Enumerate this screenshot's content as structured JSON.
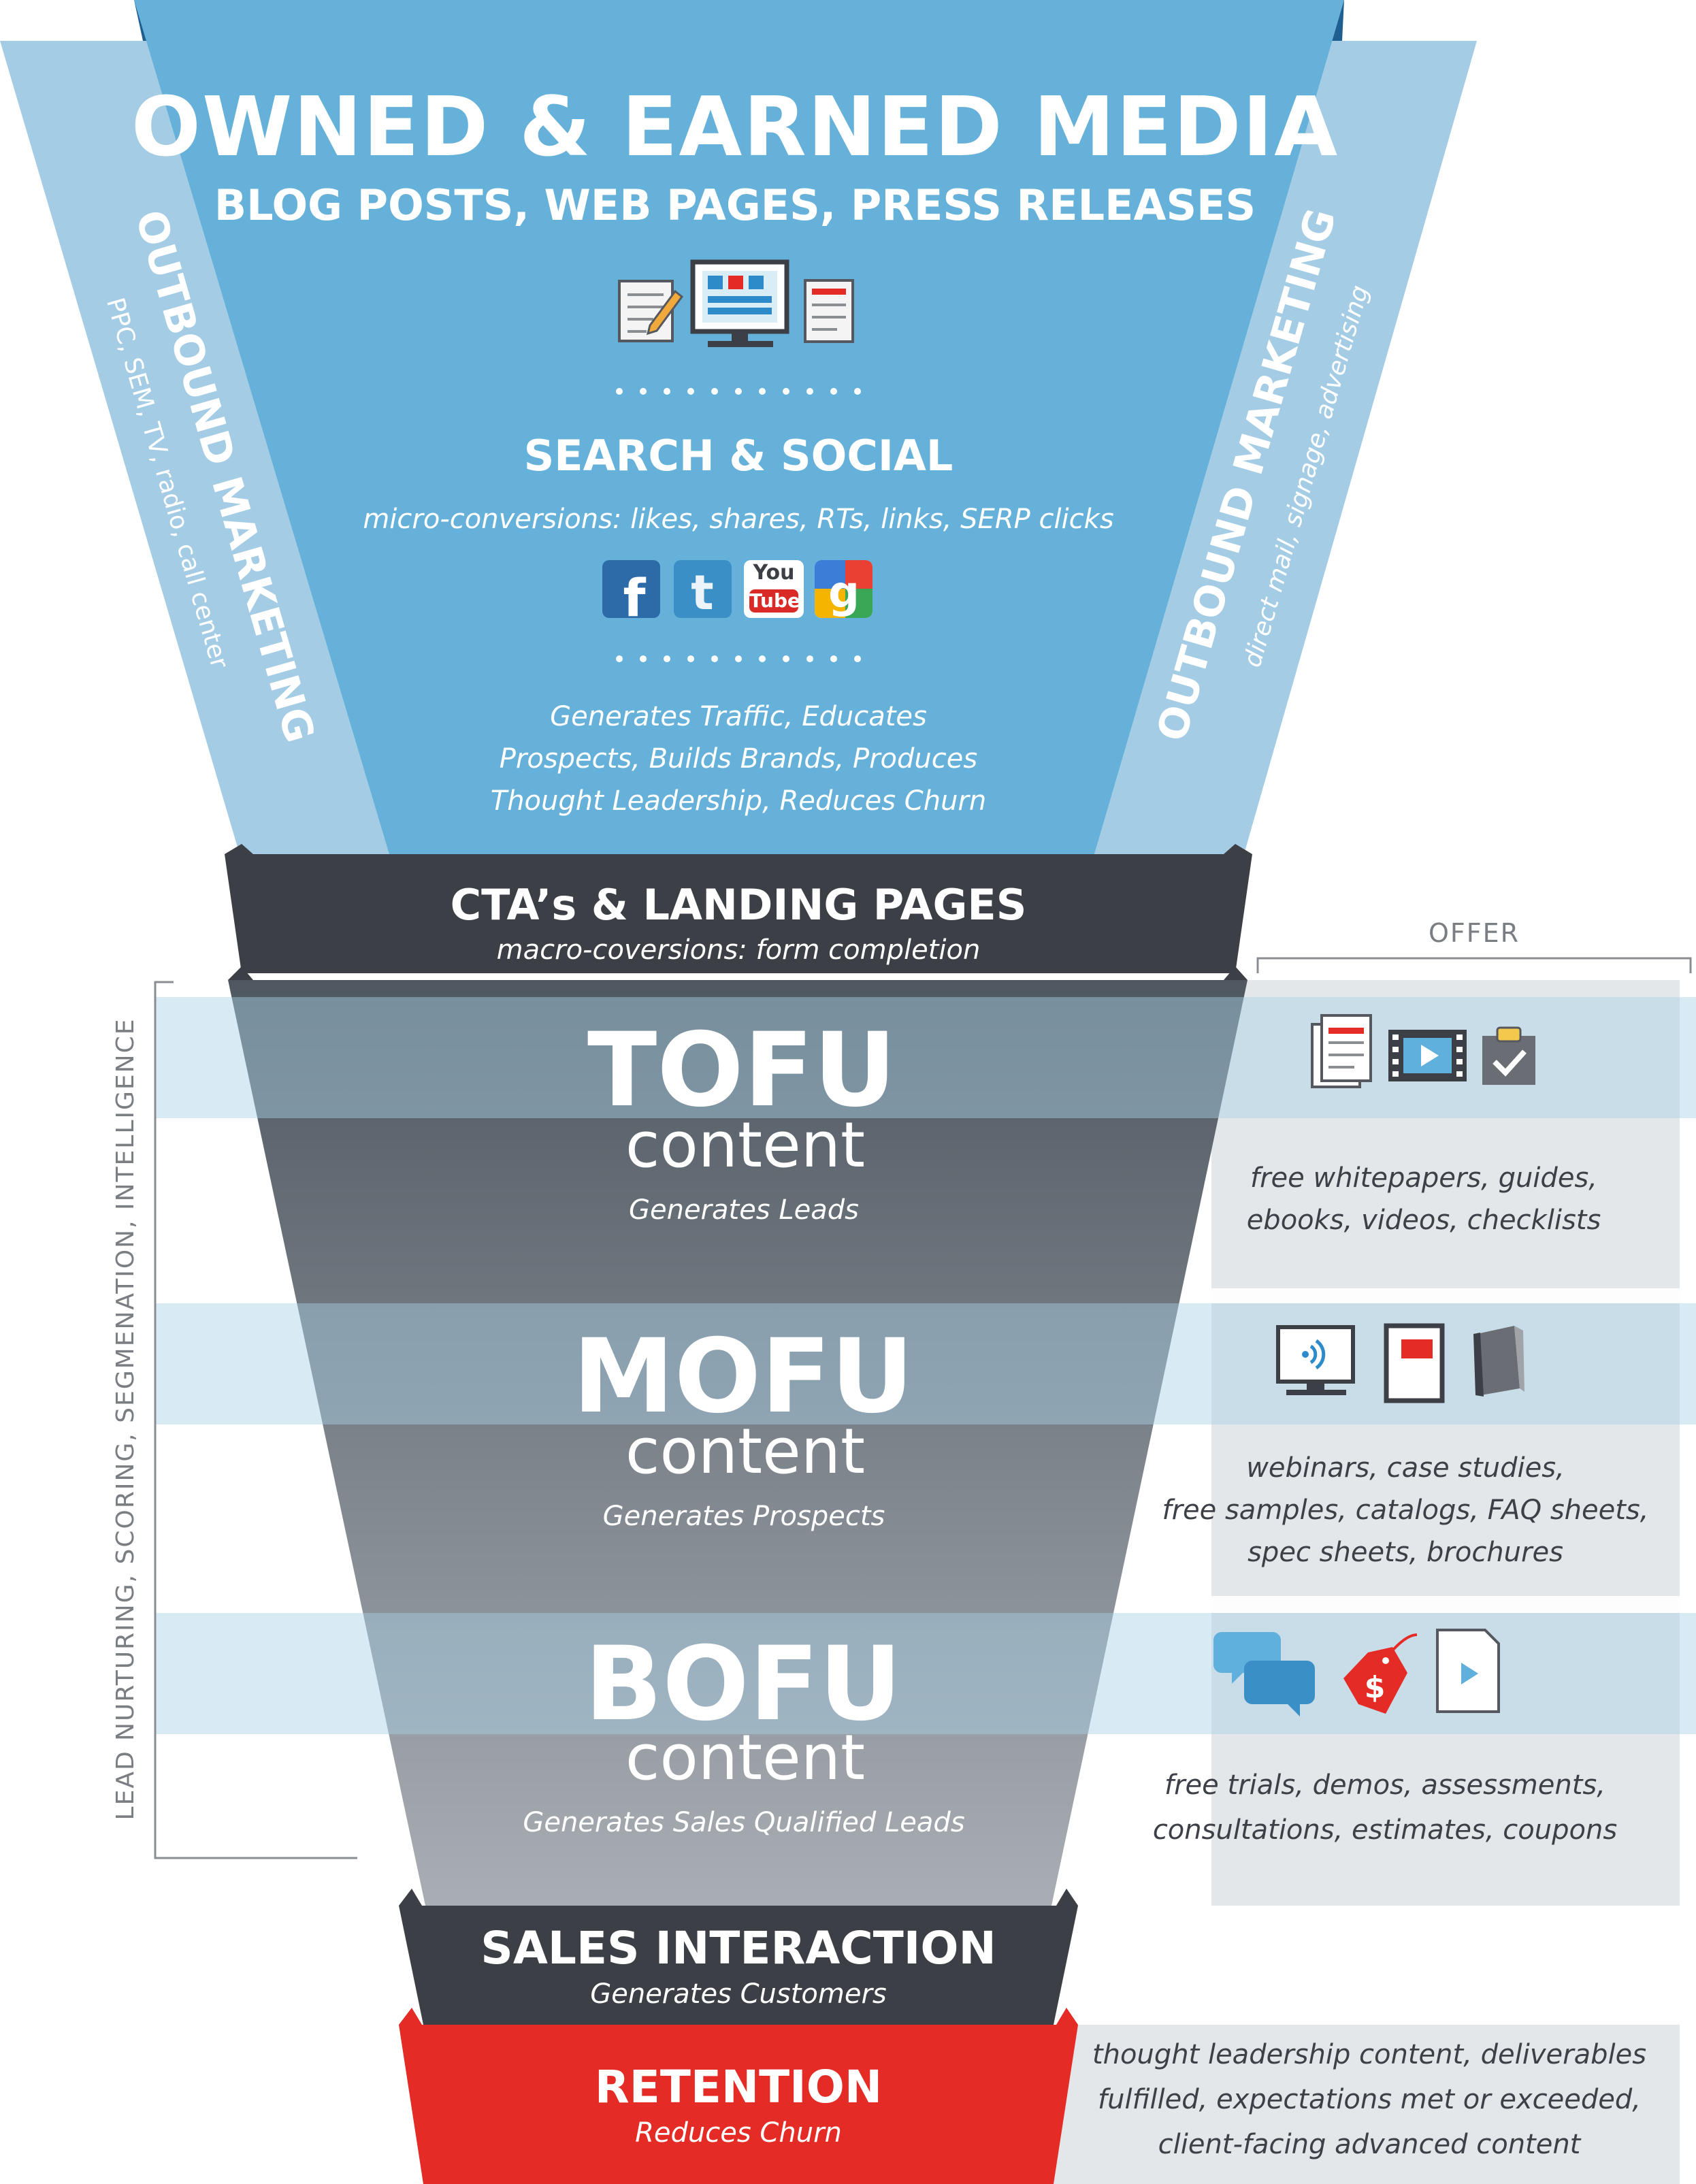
{
  "top": {
    "title": "OWNED & EARNED MEDIA",
    "subtitle": "BLOG POSTS, WEB PAGES, PRESS RELEASES",
    "search_title": "SEARCH & SOCIAL",
    "search_sub": "micro-conversions: likes, shares, RTs, links, SERP clicks",
    "youtube_you": "You",
    "youtube_tube": "Tube",
    "benefits": [
      "Generates Traffic, Educates",
      "Prospects, Builds Brands, Produces",
      "Thought Leadership, Reduces Churn"
    ]
  },
  "outbound_left": {
    "title": "OUTBOUND MARKETING",
    "sub": "PPC, SEM, TV, radio, call center"
  },
  "outbound_right": {
    "title": "OUTBOUND MARKETING",
    "sub": "direct mail, signage, advertising"
  },
  "cta": {
    "title": "CTA’s & LANDING PAGES",
    "sub": "macro-coversions: form completion"
  },
  "offer_label": "OFFER",
  "side_label": "LEAD NURTURING, SCORING, SEGMENATION, INTELLIGENCE",
  "stages": [
    {
      "title": "TOFU",
      "content": "content",
      "result": "Generates Leads",
      "offer": [
        "free whitepapers, guides,",
        "ebooks, videos, checklists"
      ]
    },
    {
      "title": "MOFU",
      "content": "content",
      "result": "Generates Prospects",
      "offer": [
        "webinars, case studies,",
        "free samples, catalogs, FAQ sheets,",
        "spec sheets, brochures"
      ]
    },
    {
      "title": "BOFU",
      "content": "content",
      "result": "Generates Sales Qualified Leads",
      "offer": [
        "free trials, demos, assessments,",
        "consultations, estimates, coupons"
      ]
    }
  ],
  "sales": {
    "title": "SALES INTERACTION",
    "sub": "Generates Customers"
  },
  "retention": {
    "title": "RETENTION",
    "sub": "Reduces Churn",
    "note": [
      "thought leadership content, deliverables",
      "fulfilled, expectations met or exceeded,",
      "client-facing advanced content"
    ]
  },
  "colors": {
    "blue_main": "#66b1d9",
    "blue_light": "#a9d0e6",
    "dark": "#3c3f45",
    "red": "#e52b25",
    "gray_text": "#3d4047"
  }
}
